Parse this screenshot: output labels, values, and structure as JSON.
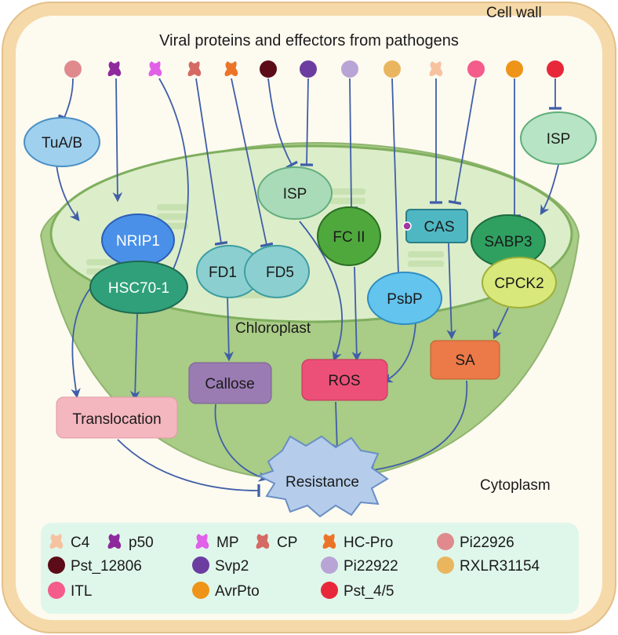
{
  "titles": {
    "cell_wall": "Cell wall",
    "viral": "Viral proteins and effectors from pathogens",
    "chloroplast": "Chloroplast",
    "cytoplasm": "Cytoplasm"
  },
  "colors": {
    "cell_wall": "#f5d9a8",
    "cytoplasm": "#fdfaf0",
    "chloroplast_outer": "#a9cc86",
    "chloroplast_inner": "#dcedc9",
    "arrow": "#3f5ea8",
    "legend_bg": "#dff7ea"
  },
  "nodes": {
    "tuab": "TuA/B",
    "isp_right": "ISP",
    "isp_center": "ISP",
    "nrip1": "NRIP1",
    "hsc70": "HSC70-1",
    "fd1": "FD1",
    "fd5": "FD5",
    "fcii": "FC II",
    "cas": "CAS",
    "sabp3": "SABP3",
    "cpck2": "CPCK2",
    "psbp": "PsbP",
    "callose": "Callose",
    "ros": "ROS",
    "sa": "SA",
    "translocation": "Translocation",
    "resistance": "Resistance"
  },
  "effector_icons": [
    {
      "id": "pi22926",
      "shape": "circle",
      "color": "#e08a8e"
    },
    {
      "id": "p50",
      "shape": "blob",
      "color": "#8e2a9c"
    },
    {
      "id": "mp",
      "shape": "blob",
      "color": "#e060e8"
    },
    {
      "id": "cp",
      "shape": "blob",
      "color": "#d46a63"
    },
    {
      "id": "hcpro",
      "shape": "blob",
      "color": "#ec7428"
    },
    {
      "id": "pst12806",
      "shape": "circle",
      "color": "#5b0c17"
    },
    {
      "id": "svp2",
      "shape": "circle",
      "color": "#6b3da0"
    },
    {
      "id": "pi22922",
      "shape": "circle",
      "color": "#b9a4d6"
    },
    {
      "id": "rxlr31154",
      "shape": "circle",
      "color": "#e9b55e"
    },
    {
      "id": "c4",
      "shape": "blob",
      "color": "#f6c2a0"
    },
    {
      "id": "itl",
      "shape": "circle",
      "color": "#f45c8c"
    },
    {
      "id": "avrpto",
      "shape": "circle",
      "color": "#ee9418"
    },
    {
      "id": "pst45",
      "shape": "circle",
      "color": "#e8283a"
    }
  ],
  "legend": [
    {
      "label": "C4",
      "shape": "blob",
      "color": "#f6c2a0"
    },
    {
      "label": "p50",
      "shape": "blob",
      "color": "#8e2a9c"
    },
    {
      "label": "MP",
      "shape": "blob",
      "color": "#e060e8"
    },
    {
      "label": "CP",
      "shape": "blob",
      "color": "#d46a63"
    },
    {
      "label": "HC-Pro",
      "shape": "blob",
      "color": "#ec7428"
    },
    {
      "label": "Pi22926",
      "shape": "circle",
      "color": "#e08a8e"
    },
    {
      "label": "Pst_12806",
      "shape": "circle",
      "color": "#5b0c17"
    },
    {
      "label": "Svp2",
      "shape": "circle",
      "color": "#6b3da0"
    },
    {
      "label": "Pi22922",
      "shape": "circle",
      "color": "#b9a4d6"
    },
    {
      "label": "RXLR31154",
      "shape": "circle",
      "color": "#e9b55e"
    },
    {
      "label": "ITL",
      "shape": "circle",
      "color": "#f45c8c"
    },
    {
      "label": "AvrPto",
      "shape": "circle",
      "color": "#ee9418"
    },
    {
      "label": "Pst_4/5",
      "shape": "circle",
      "color": "#e8283a"
    }
  ]
}
